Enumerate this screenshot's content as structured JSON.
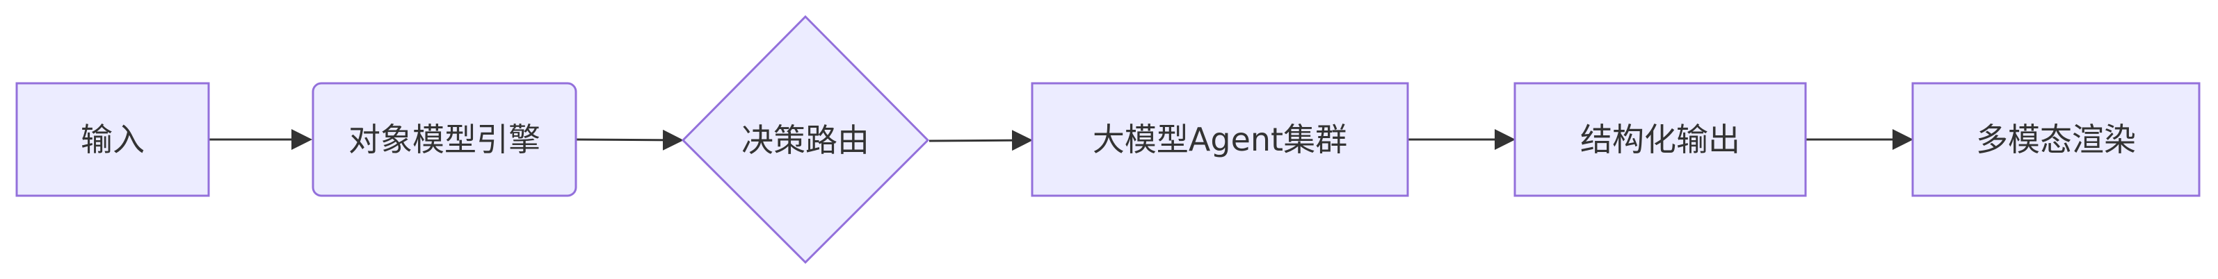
{
  "diagram": {
    "nodes": [
      {
        "id": "input",
        "label": "输入"
      },
      {
        "id": "object-engine",
        "label": "对象模型引擎"
      },
      {
        "id": "decision",
        "label": "决策路由"
      },
      {
        "id": "agent-cluster",
        "label": "大模型Agent集群"
      },
      {
        "id": "structured-output",
        "label": "结构化输出"
      },
      {
        "id": "multimodal-render",
        "label": "多模态渲染"
      }
    ]
  }
}
